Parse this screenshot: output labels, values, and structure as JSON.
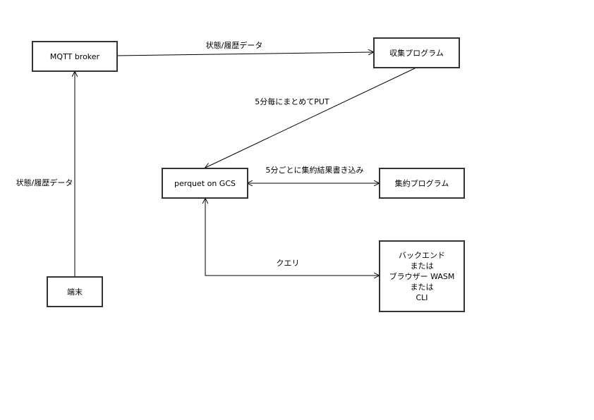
{
  "nodes": {
    "mqtt_broker": "MQTT broker",
    "collector": "収集プログラム",
    "gcs": "perquet on GCS",
    "aggregator": "集約プログラム",
    "terminal": "端末",
    "client": "バックエンド\nまたは\nブラウザー WASM\nまたは\nCLI"
  },
  "edges": {
    "broker_to_collector": "状態/履歴データ",
    "collector_to_gcs": "5分毎にまとめてPUT",
    "gcs_aggregator": "5分ごとに集約結果書き込み",
    "terminal_to_broker": "状態/履歴データ",
    "gcs_client": "クエリ"
  },
  "colors": {
    "stroke": "#333333",
    "line": "#000000",
    "background": "#ffffff"
  }
}
